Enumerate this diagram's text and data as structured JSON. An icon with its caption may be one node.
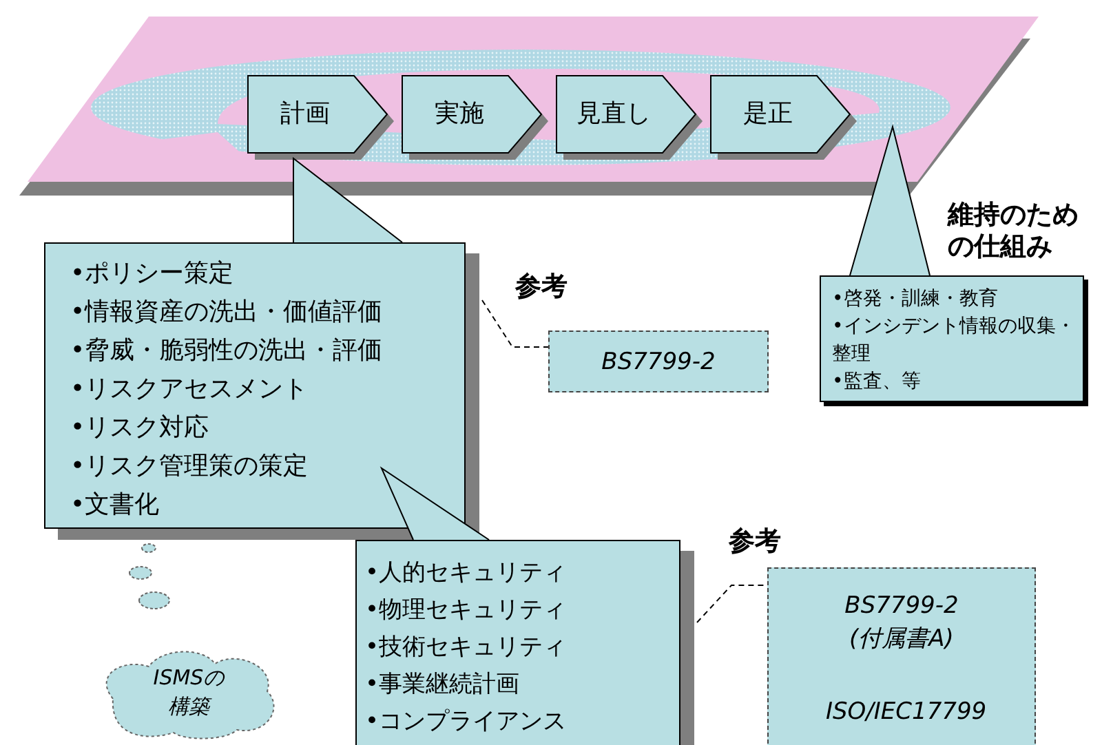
{
  "diagram": {
    "nodes": [
      {
        "text": [],
        "shape": "band"
      },
      {
        "text": [
          "計画"
        ],
        "in": 0
      },
      {
        "text": [
          "実施"
        ],
        "in": 0
      },
      {
        "text": [
          "見直し"
        ],
        "in": 0
      },
      {
        "text": [
          "是正"
        ],
        "in": 0
      },
      {
        "text": [
          "•ポリシー策定",
          "•情報資産の洗出・価値評価",
          "•脅威・脆弱性の洗出・評価",
          "•リスクアセスメント",
          "•リスク対応",
          "•リスク管理策の策定",
          "•文書化"
        ]
      },
      {
        "text": [
          "維持のための仕組み",
          "•啓発・訓練・教育",
          "•インシデント情報の収集・整理",
          "•監査、等"
        ]
      },
      {
        "text": [
          "参考",
          "BS7799-2"
        ]
      },
      {
        "text": [
          "•人的セキュリティ",
          "•物理セキュリティ",
          "•技術セキュリティ",
          "•事業継続計画",
          "•コンプライアンス"
        ]
      },
      {
        "text": [
          "参考",
          "BS7799-2 (付属書A)",
          "ISO/IEC17799"
        ]
      },
      {
        "text": [
          "ISMSの構築"
        ]
      }
    ],
    "edges": [
      {
        "from": 5,
        "to": 7,
        "arrow": "none",
        "style": "dashed"
      },
      {
        "from": 8,
        "to": 9,
        "arrow": "none",
        "style": "dashed"
      }
    ]
  }
}
